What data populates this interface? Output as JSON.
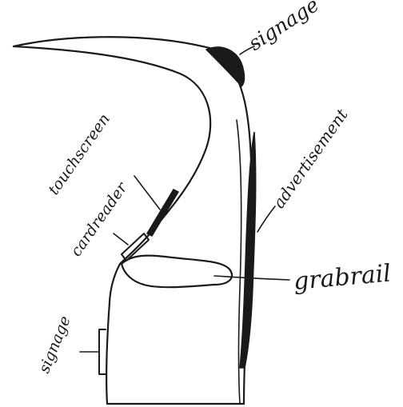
{
  "labels": {
    "signage_top": "signage",
    "touchscreen": "touchscreen",
    "cardreader": "cardreader",
    "advertisement": "advertisement",
    "grabrail": "grabrail",
    "signage_side": "signage"
  },
  "colors": {
    "ink": "#1a1a1a",
    "paper": "#ffffff"
  }
}
